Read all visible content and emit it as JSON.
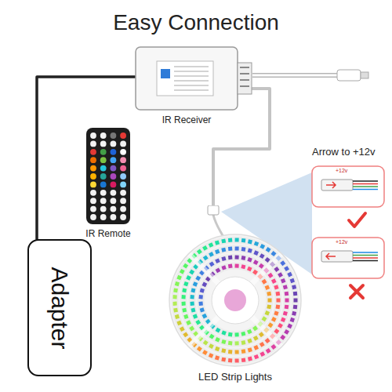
{
  "diagram": {
    "title": "Easy Connection",
    "nodes": [
      {
        "text": [
          "IR Receiver"
        ]
      },
      {
        "text": [
          "IR Remote"
        ]
      },
      {
        "text": [
          "Adapter"
        ]
      },
      {
        "text": [
          "LED Strip Lights"
        ]
      }
    ],
    "edges": [
      {
        "from": 2,
        "to": 0,
        "arrow": "none"
      },
      {
        "from": 0,
        "to": 3,
        "arrow": "none"
      }
    ],
    "labels": [
      "Arrow to +12v",
      "+12v",
      "+12v"
    ]
  }
}
